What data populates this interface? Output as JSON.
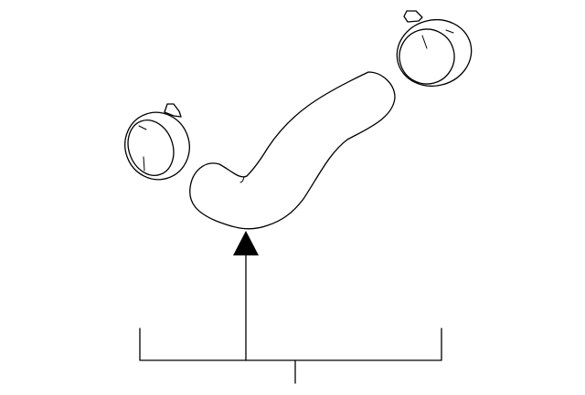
{
  "diagram": {
    "parts": [
      {
        "id": "hose",
        "icon": "radiator-hose-icon"
      },
      {
        "id": "clamp-left",
        "icon": "hose-clamp-icon"
      },
      {
        "id": "clamp-right",
        "icon": "hose-clamp-icon"
      }
    ],
    "callout": {
      "arrow": "up-arrow-icon",
      "bracket": "bracket-icon"
    },
    "colors": {
      "stroke": "#000000",
      "background": "#ffffff"
    }
  }
}
